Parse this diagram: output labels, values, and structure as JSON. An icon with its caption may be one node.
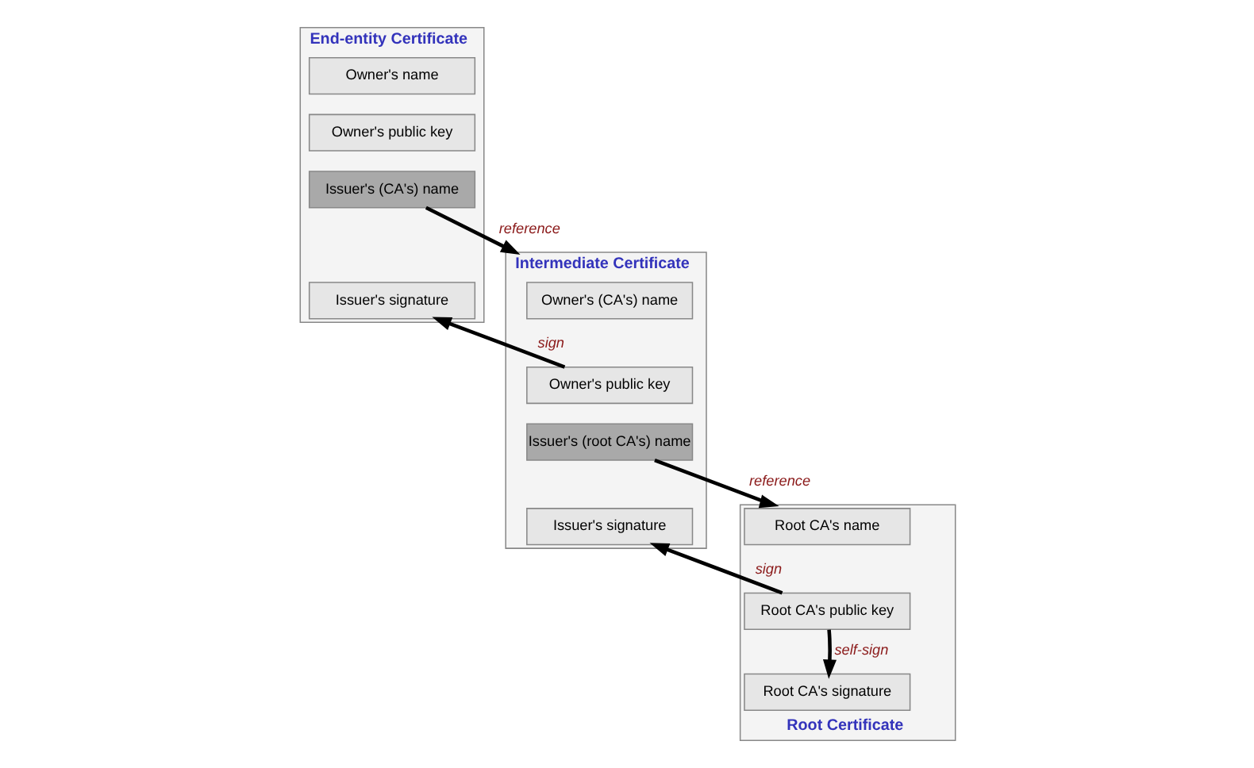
{
  "diagram": {
    "nodes": [
      {
        "text": [
          "End-entity Certificate"
        ]
      },
      {
        "text": [
          "Owner's name"
        ],
        "in": 0
      },
      {
        "text": [
          "Owner's public key"
        ],
        "in": 0
      },
      {
        "text": [
          "Issuer's (CA's) name"
        ],
        "in": 0
      },
      {
        "text": [
          "Issuer's signature"
        ],
        "in": 0
      },
      {
        "text": [
          "Intermediate Certificate"
        ]
      },
      {
        "text": [
          "Owner's (CA's) name"
        ],
        "in": 5
      },
      {
        "text": [
          "Owner's public key"
        ],
        "in": 5
      },
      {
        "text": [
          "Issuer's (root CA's) name"
        ],
        "in": 5
      },
      {
        "text": [
          "Issuer's signature"
        ],
        "in": 5
      },
      {
        "text": [
          "Root Certificate"
        ]
      },
      {
        "text": [
          "Root CA's name"
        ],
        "in": 10
      },
      {
        "text": [
          "Root CA's public key"
        ],
        "in": 10
      },
      {
        "text": [
          "Root CA's signature"
        ],
        "in": 10
      }
    ],
    "edges": [
      {
        "from": 3,
        "to": 5,
        "arrow": "to",
        "label": "reference"
      },
      {
        "from": 7,
        "to": 4,
        "arrow": "to",
        "label": "sign"
      },
      {
        "from": 8,
        "to": 10,
        "arrow": "to",
        "label": "reference"
      },
      {
        "from": 12,
        "to": 9,
        "arrow": "to",
        "label": "sign"
      },
      {
        "from": 12,
        "to": 13,
        "arrow": "to",
        "label": "self-sign"
      }
    ]
  }
}
